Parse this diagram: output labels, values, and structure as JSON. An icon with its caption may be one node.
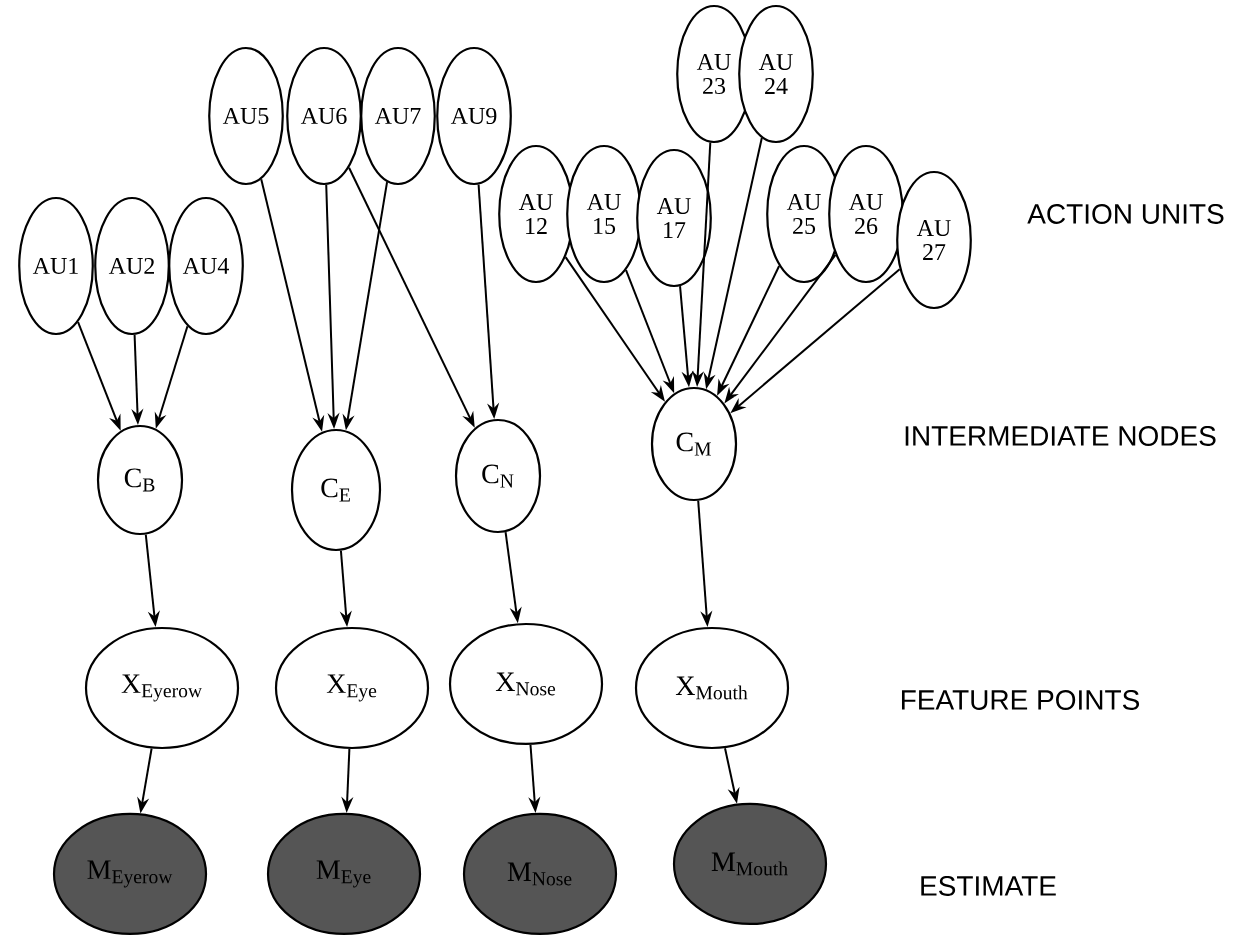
{
  "diagram": {
    "nodes": [
      {
        "text": [
          "AU1"
        ]
      },
      {
        "text": [
          "AU2"
        ]
      },
      {
        "text": [
          "AU4"
        ]
      },
      {
        "text": [
          "AU5"
        ]
      },
      {
        "text": [
          "AU6"
        ]
      },
      {
        "text": [
          "AU7"
        ]
      },
      {
        "text": [
          "AU9"
        ]
      },
      {
        "text": [
          "AU 12"
        ]
      },
      {
        "text": [
          "AU 15"
        ]
      },
      {
        "text": [
          "AU 17"
        ]
      },
      {
        "text": [
          "AU 23"
        ]
      },
      {
        "text": [
          "AU 24"
        ]
      },
      {
        "text": [
          "AU 25"
        ]
      },
      {
        "text": [
          "AU 26"
        ]
      },
      {
        "text": [
          "AU 27"
        ]
      },
      {
        "text": [
          "C$_{B}$"
        ]
      },
      {
        "text": [
          "C$_{E}$"
        ]
      },
      {
        "text": [
          "C$_{N}$"
        ]
      },
      {
        "text": [
          "C$_{M}$"
        ]
      },
      {
        "text": [
          "X$_{Eyerow}$"
        ]
      },
      {
        "text": [
          "X$_{Eye}$"
        ]
      },
      {
        "text": [
          "X$_{Nose}$"
        ]
      },
      {
        "text": [
          "X$_{Mouth}$"
        ]
      },
      {
        "text": [
          "M$_{Eyerow}$"
        ]
      },
      {
        "text": [
          "M$_{Eye}$"
        ]
      },
      {
        "text": [
          "M$_{Nose}$"
        ]
      },
      {
        "text": [
          "M$_{Mouth}$"
        ]
      }
    ],
    "edges": [
      {
        "from": 0,
        "to": 15,
        "arrow": "to"
      },
      {
        "from": 1,
        "to": 15,
        "arrow": "to"
      },
      {
        "from": 2,
        "to": 15,
        "arrow": "to"
      },
      {
        "from": 3,
        "to": 16,
        "arrow": "to"
      },
      {
        "from": 4,
        "to": 16,
        "arrow": "to"
      },
      {
        "from": 5,
        "to": 16,
        "arrow": "to"
      },
      {
        "from": 4,
        "to": 17,
        "arrow": "to"
      },
      {
        "from": 6,
        "to": 17,
        "arrow": "to"
      },
      {
        "from": 7,
        "to": 18,
        "arrow": "to"
      },
      {
        "from": 8,
        "to": 18,
        "arrow": "to"
      },
      {
        "from": 9,
        "to": 18,
        "arrow": "to"
      },
      {
        "from": 10,
        "to": 18,
        "arrow": "to"
      },
      {
        "from": 11,
        "to": 18,
        "arrow": "to"
      },
      {
        "from": 12,
        "to": 18,
        "arrow": "to"
      },
      {
        "from": 13,
        "to": 18,
        "arrow": "to"
      },
      {
        "from": 14,
        "to": 18,
        "arrow": "to"
      },
      {
        "from": 15,
        "to": 19,
        "arrow": "to"
      },
      {
        "from": 16,
        "to": 20,
        "arrow": "to"
      },
      {
        "from": 17,
        "to": 21,
        "arrow": "to"
      },
      {
        "from": 18,
        "to": 22,
        "arrow": "to"
      },
      {
        "from": 19,
        "to": 23,
        "arrow": "to"
      },
      {
        "from": 20,
        "to": 24,
        "arrow": "to"
      },
      {
        "from": 21,
        "to": 25,
        "arrow": "to"
      },
      {
        "from": 22,
        "to": 26,
        "arrow": "to"
      }
    ],
    "labels": [
      "ACTION UNITS",
      "INTERMEDIATE NODES",
      "FEATURE POINTS",
      "ESTIMATE"
    ]
  }
}
